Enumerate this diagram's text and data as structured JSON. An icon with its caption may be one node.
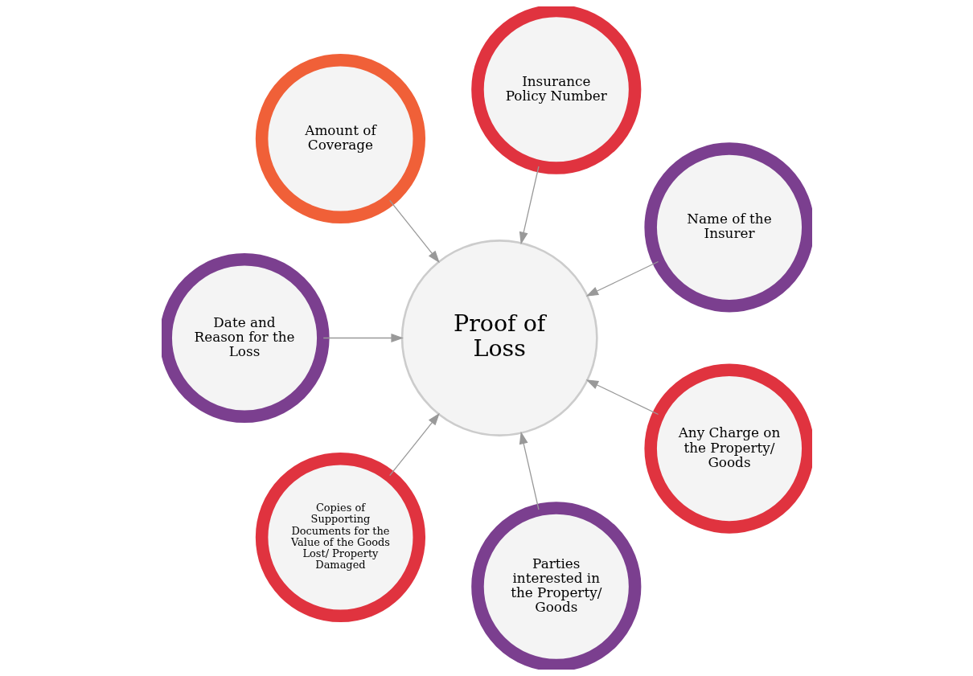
{
  "diagram": {
    "nodes": [
      {
        "text": [
          "Proof of Loss"
        ]
      },
      {
        "text": [
          "Name of the Insurer"
        ]
      },
      {
        "text": [
          "Insurance Policy Number"
        ]
      },
      {
        "text": [
          "Amount of Coverage"
        ]
      },
      {
        "text": [
          "Date and Reason for the Loss"
        ]
      },
      {
        "text": [
          "Copies of Supporting Documents for the Value of the Goods Lost/ Property Damaged"
        ]
      },
      {
        "text": [
          "Parties interested in the Property/ Goods"
        ]
      },
      {
        "text": [
          "Any Charge on the Property/ Goods"
        ]
      }
    ],
    "edges": [
      {
        "from": 1,
        "to": 0,
        "arrow": "to"
      },
      {
        "from": 2,
        "to": 0,
        "arrow": "to"
      },
      {
        "from": 3,
        "to": 0,
        "arrow": "to"
      },
      {
        "from": 4,
        "to": 0,
        "arrow": "to"
      },
      {
        "from": 5,
        "to": 0,
        "arrow": "to"
      },
      {
        "from": 6,
        "to": 0,
        "arrow": "to"
      },
      {
        "from": 7,
        "to": 0,
        "arrow": "to"
      }
    ]
  }
}
